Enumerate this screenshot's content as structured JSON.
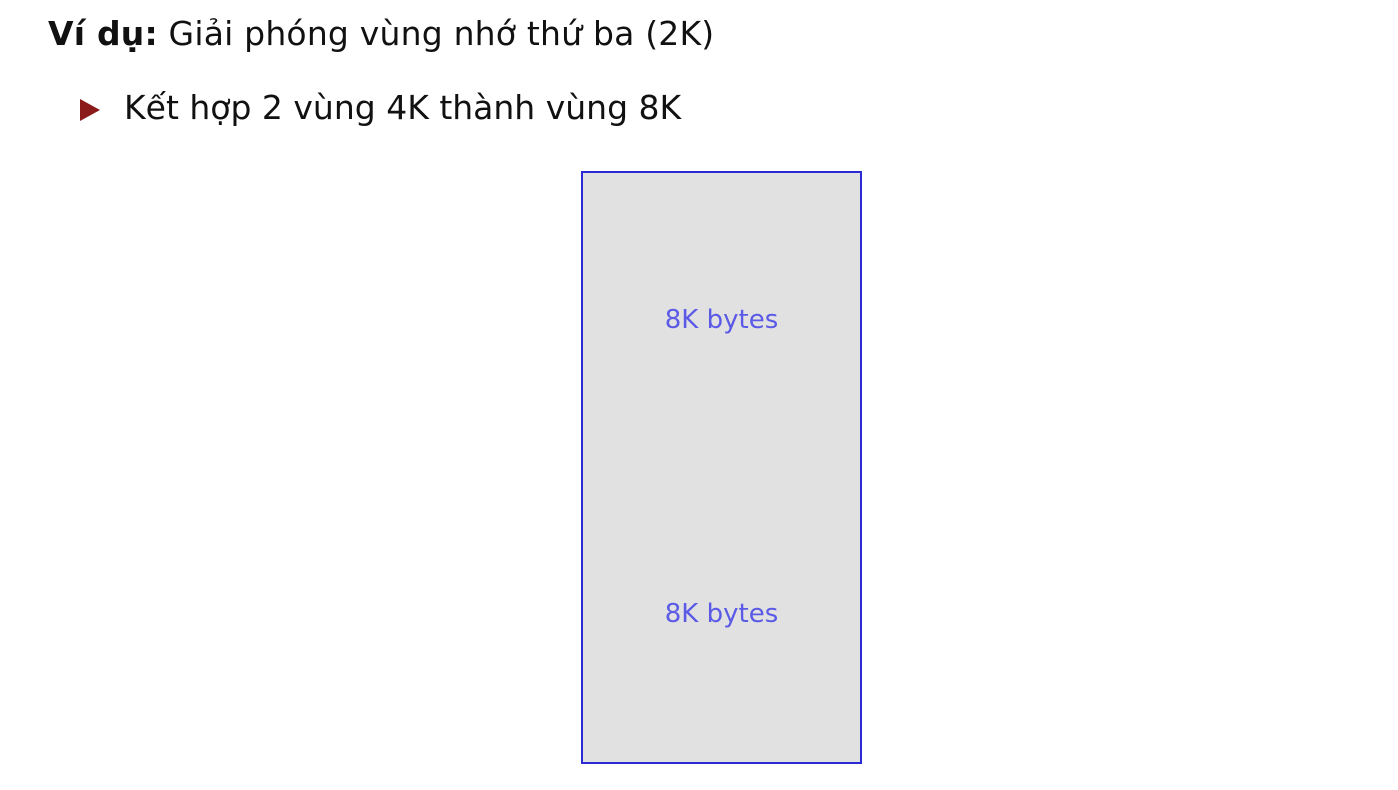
{
  "example": {
    "label": "Ví dụ:",
    "text": " Giải phóng vùng nhớ thứ ba (2K)"
  },
  "bullet": {
    "text": "Kết hợp 2 vùng 4K thành vùng 8K"
  },
  "memory_blocks": [
    {
      "label": "8K bytes"
    },
    {
      "label": "8K bytes"
    }
  ],
  "colors": {
    "bullet": "#8b1a1a",
    "block_border": "#2b2bd6",
    "block_fill": "#e1e1e1",
    "block_text": "#5a5ae6"
  }
}
